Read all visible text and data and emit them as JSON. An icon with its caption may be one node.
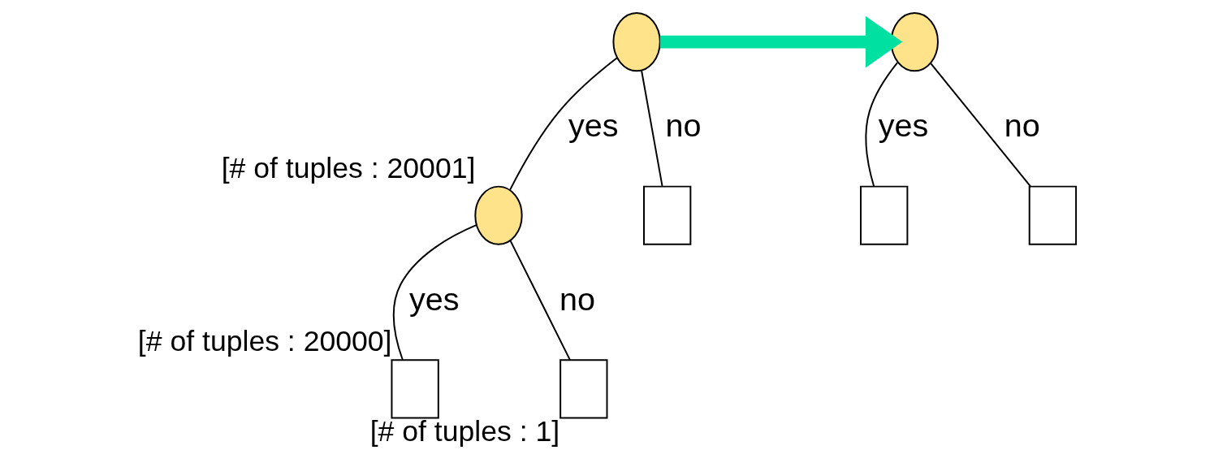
{
  "diagram": {
    "nodes": [
      {
        "text": [],
        "shape": "circle"
      },
      {
        "text": [],
        "shape": "circle",
        "beside": [
          "[# of tuples : 20001]"
        ]
      },
      {
        "text": [],
        "shape": "box"
      },
      {
        "text": [],
        "shape": "box",
        "beside": [
          "[# of tuples : 20000]"
        ]
      },
      {
        "text": [],
        "shape": "box",
        "beside": [
          "[# of tuples : 1]"
        ]
      },
      {
        "text": [],
        "shape": "circle"
      },
      {
        "text": [],
        "shape": "box"
      },
      {
        "text": [],
        "shape": "box"
      }
    ],
    "edges": [
      {
        "from": 0,
        "to": 1,
        "arrow": "none",
        "label": "yes"
      },
      {
        "from": 0,
        "to": 2,
        "arrow": "none",
        "label": "no"
      },
      {
        "from": 1,
        "to": 3,
        "arrow": "none",
        "label": "yes"
      },
      {
        "from": 1,
        "to": 4,
        "arrow": "none",
        "label": "no"
      },
      {
        "from": 5,
        "to": 6,
        "arrow": "none",
        "label": "yes"
      },
      {
        "from": 5,
        "to": 7,
        "arrow": "none",
        "label": "no"
      },
      {
        "from": 0,
        "to": 5,
        "arrow": "to",
        "style": "thick",
        "color": "#00e0a0"
      }
    ]
  }
}
